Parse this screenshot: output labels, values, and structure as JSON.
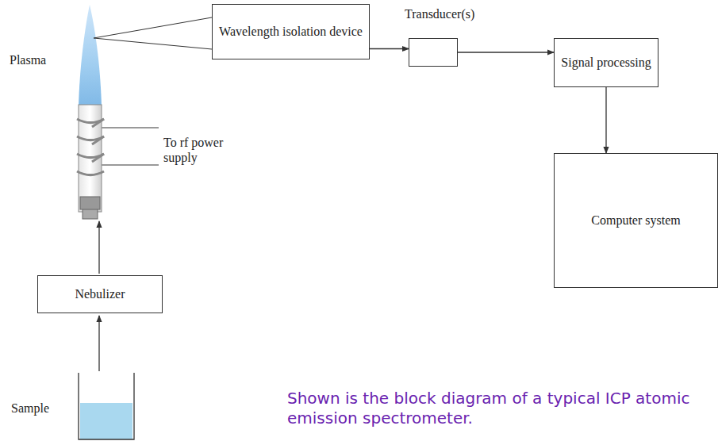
{
  "diagram": {
    "caption": "Shown is the block diagram of a typical ICP atomic emission spectrometer.",
    "nodes": [
      {
        "text": [
          "Wavelength isolation device"
        ]
      },
      {
        "text": [
          "Transducer(s)"
        ]
      },
      {
        "text": [
          "Signal processing"
        ]
      },
      {
        "text": [
          "Computer system"
        ]
      },
      {
        "text": [
          "Nebulizer"
        ]
      }
    ],
    "edges": [
      {
        "from": 0,
        "to": 1,
        "arrow": "to"
      },
      {
        "from": 1,
        "to": 2,
        "arrow": "to"
      },
      {
        "from": 2,
        "to": 3,
        "arrow": "to"
      }
    ],
    "labels": [
      "Plasma",
      "To rf power supply",
      "Sample"
    ]
  }
}
